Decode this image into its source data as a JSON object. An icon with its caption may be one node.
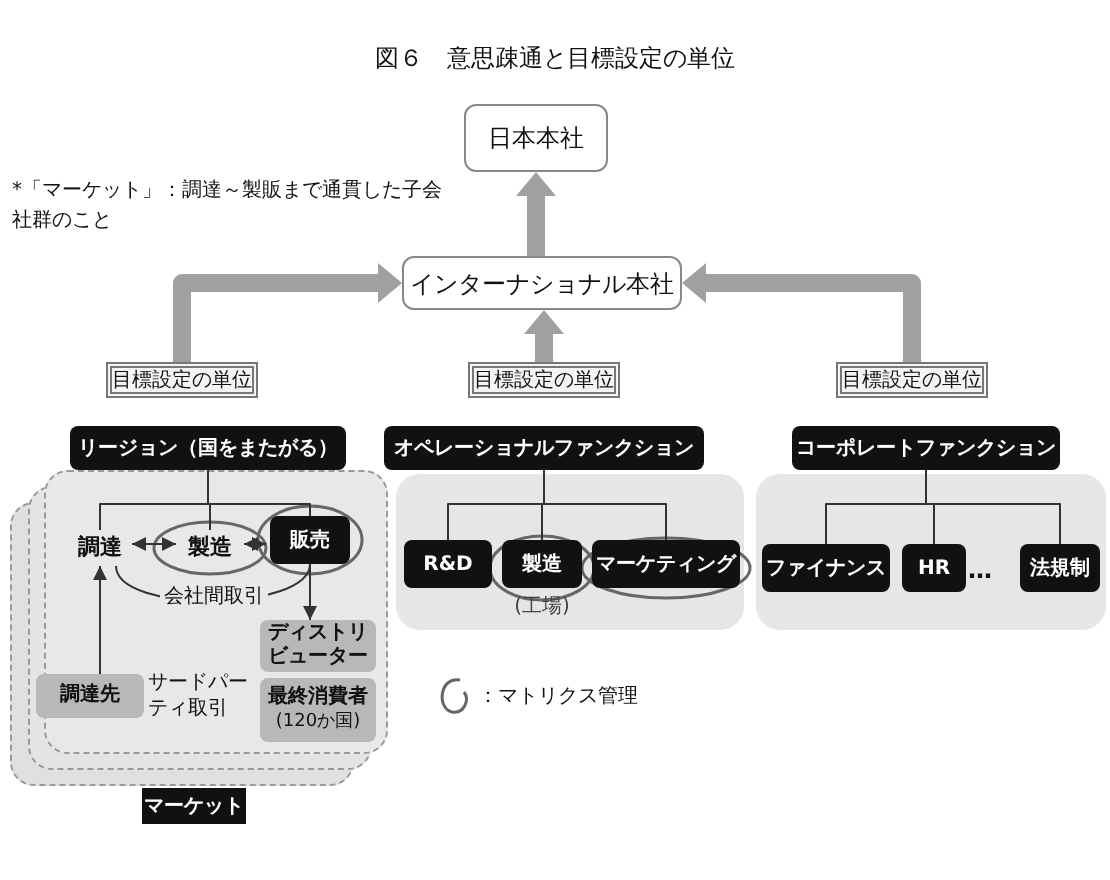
{
  "diagram": {
    "title": "図６　意思疎通と目標設定の単位",
    "nodes": [
      {
        "text": [
          "日本本社"
        ]
      },
      {
        "text": [
          "インターナショナル本社"
        ]
      },
      {
        "text": [
          "目標設定の単位"
        ]
      },
      {
        "text": [
          "リージョン（国をまたがる）"
        ]
      },
      {
        "text": [
          "マーケット"
        ]
      },
      {
        "text": [
          "調達"
        ],
        "in": 4
      },
      {
        "text": [
          "製造"
        ],
        "in": 4
      },
      {
        "text": [
          "販売"
        ],
        "in": 4
      },
      {
        "text": [
          "ディストリビューター"
        ],
        "in": 4
      },
      {
        "text": [
          "最終消費者",
          "(120か国)"
        ],
        "in": 4
      },
      {
        "text": [
          "調達先"
        ],
        "in": 4
      },
      {
        "text": [
          "目標設定の単位"
        ]
      },
      {
        "text": [
          "オペレーショナルファンクション"
        ]
      },
      {
        "text": [],
        "shape": "box"
      },
      {
        "text": [
          "R&D"
        ],
        "in": 13
      },
      {
        "text": [
          "製造"
        ],
        "in": 13,
        "beside": [
          "(工場)"
        ]
      },
      {
        "text": [
          "マーケティング"
        ],
        "in": 13
      },
      {
        "text": [
          "目標設定の単位"
        ]
      },
      {
        "text": [
          "コーポレートファンクション"
        ]
      },
      {
        "text": [],
        "shape": "box"
      },
      {
        "text": [
          "ファイナンス"
        ],
        "in": 19
      },
      {
        "text": [
          "HR"
        ],
        "in": 19
      },
      {
        "text": [
          "法規制"
        ],
        "in": 19
      }
    ],
    "edges": [
      {
        "from": 1,
        "to": 0,
        "arrow": "to",
        "style": "thick",
        "color": "#a0a0a0"
      },
      {
        "from": 2,
        "to": 1,
        "arrow": "to",
        "style": "thick",
        "color": "#a0a0a0"
      },
      {
        "from": 11,
        "to": 1,
        "arrow": "to",
        "style": "thick",
        "color": "#a0a0a0"
      },
      {
        "from": 17,
        "to": 1,
        "arrow": "to",
        "style": "thick",
        "color": "#a0a0a0"
      },
      {
        "from": 3,
        "to": 5,
        "arrow": "none"
      },
      {
        "from": 3,
        "to": 6,
        "arrow": "none"
      },
      {
        "from": 3,
        "to": 7,
        "arrow": "none"
      },
      {
        "from": 5,
        "to": 6,
        "arrow": "both"
      },
      {
        "from": 6,
        "to": 7,
        "arrow": "both"
      },
      {
        "from": 5,
        "to": 7,
        "arrow": "none",
        "label": "会社間取引"
      },
      {
        "from": 7,
        "to": 8,
        "arrow": "to"
      },
      {
        "from": 10,
        "to": 5,
        "arrow": "to"
      },
      {
        "from": 12,
        "to": 14,
        "arrow": "none"
      },
      {
        "from": 12,
        "to": 15,
        "arrow": "none"
      },
      {
        "from": 12,
        "to": 16,
        "arrow": "none"
      },
      {
        "from": 18,
        "to": 20,
        "arrow": "none"
      },
      {
        "from": 18,
        "to": 21,
        "arrow": "none"
      },
      {
        "from": 18,
        "to": 22,
        "arrow": "none"
      }
    ],
    "labels": [
      "*「マーケット」：調達～製販まで通貫した子会社群のこと",
      "サードパーティ取引",
      "…"
    ],
    "legend": [
      {
        "text": "：マトリクス管理"
      }
    ]
  }
}
